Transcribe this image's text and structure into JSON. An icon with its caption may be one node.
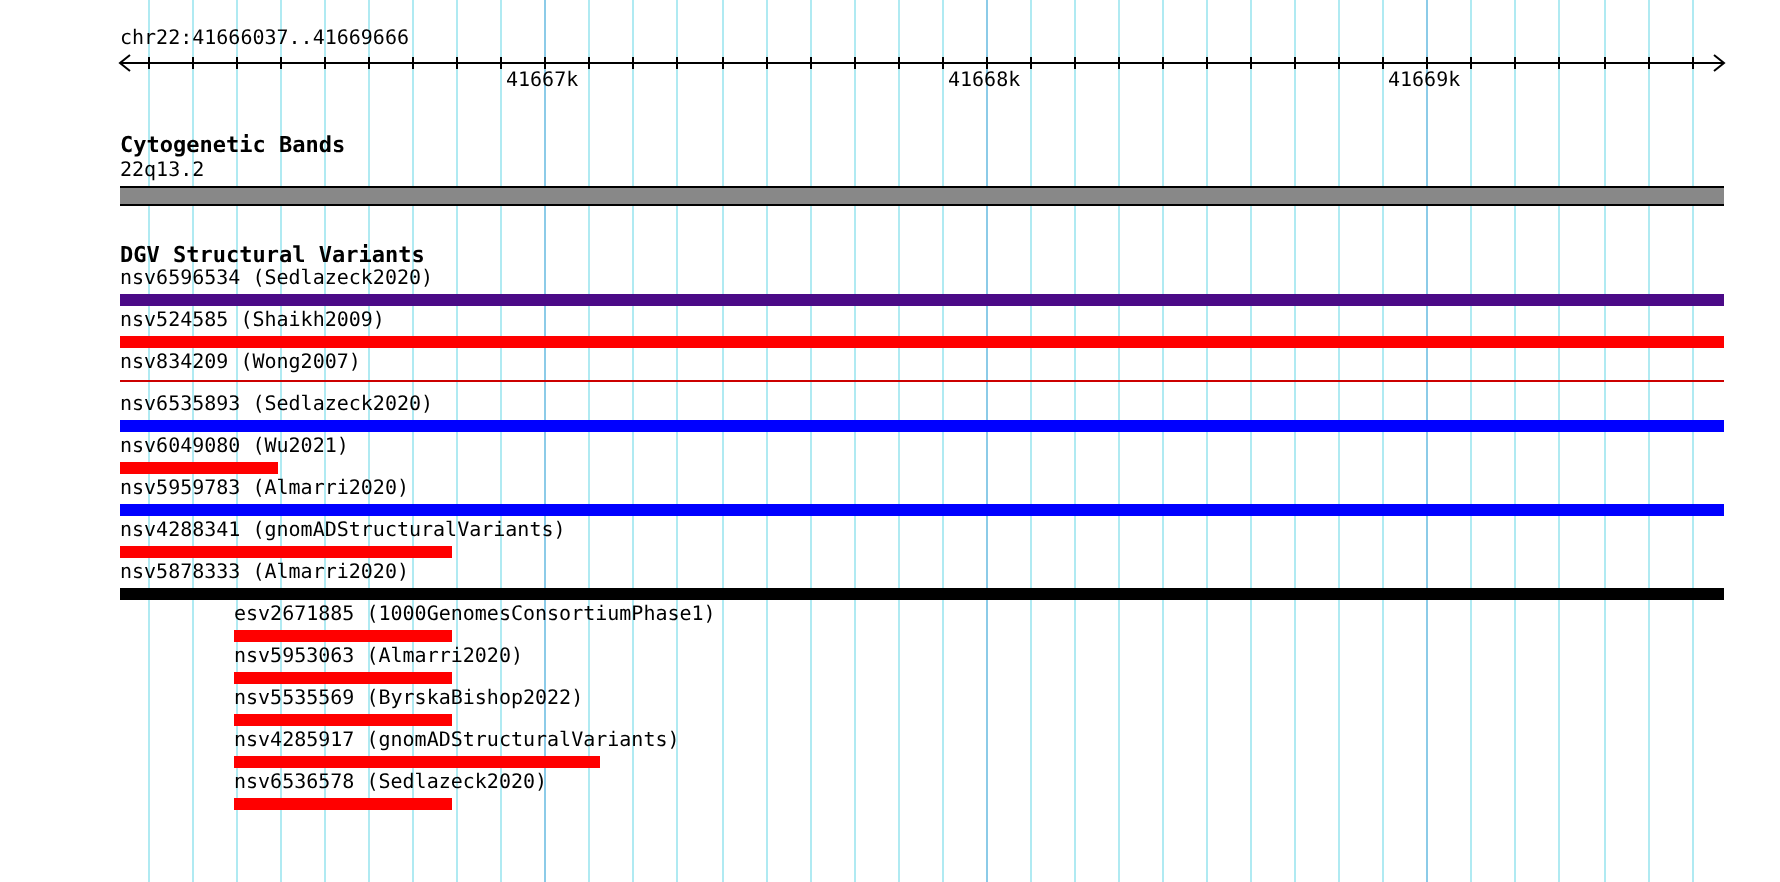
{
  "diagram": {
    "nodes": [
      {
        "text": [
          "22q13.2"
        ]
      },
      {
        "text": [
          "nsv6596534 (Sedlazeck2020)"
        ]
      },
      {
        "text": [
          "nsv524585 (Shaikh2009)"
        ]
      },
      {
        "text": [
          "nsv834209 (Wong2007)"
        ]
      },
      {
        "text": [
          "nsv6535893 (Sedlazeck2020)"
        ]
      },
      {
        "text": [
          "nsv6049080 (Wu2021)"
        ]
      },
      {
        "text": [
          "nsv5959783 (Almarri2020)"
        ]
      },
      {
        "text": [
          "nsv4288341 (gnomADStructuralVariants)"
        ]
      },
      {
        "text": [
          "nsv5878333 (Almarri2020)"
        ]
      },
      {
        "text": [
          "esv2671885 (1000GenomesConsortiumPhase1)"
        ]
      },
      {
        "text": [
          "nsv5953063 (Almarri2020)"
        ]
      },
      {
        "text": [
          "nsv5535569 (ByrskaBishop2022)"
        ]
      },
      {
        "text": [
          "nsv4285917 (gnomADStructuralVariants)"
        ]
      },
      {
        "text": [
          "nsv6536578 (Sedlazeck2020)"
        ]
      }
    ],
    "edges": [],
    "labels": [
      "chr22:41666037..41669666",
      "41667k",
      "41668k",
      "41669k",
      "Cytogenetic Bands",
      "DGV Structural Variants"
    ]
  }
}
